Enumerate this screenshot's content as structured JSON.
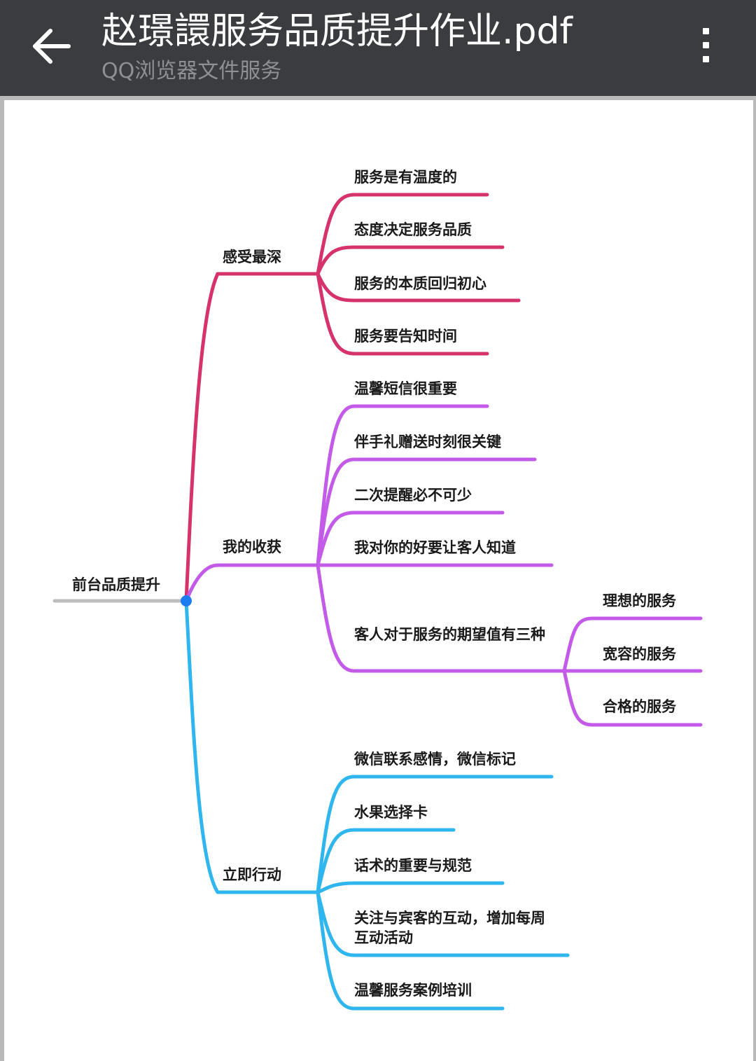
{
  "header": {
    "title": "赵璟譞服务品质提升作业.pdf",
    "subtitle": "QQ浏览器文件服务",
    "back_icon": "arrow-left-icon",
    "menu_icon": "more-vertical-icon"
  },
  "colors": {
    "root_line": "#bdbdbd",
    "root_dot": "#1e7cf2",
    "branch1": "#d6336c",
    "branch2": "#c35be8",
    "branch3": "#2fb6ee"
  },
  "mindmap": {
    "root": "前台品质提升",
    "branches": [
      {
        "label": "感受最深",
        "children": [
          "服务是有温度的",
          "态度决定服务品质",
          "服务的本质回归初心",
          "服务要告知时间"
        ]
      },
      {
        "label": "我的收获",
        "children": [
          "温馨短信很重要",
          "伴手礼赠送时刻很关键",
          "二次提醒必不可少",
          "我对你的好要让客人知道",
          "客人对于服务的期望值有三种"
        ],
        "sub_children": [
          "理想的服务",
          "宽容的服务",
          "合格的服务"
        ]
      },
      {
        "label": "立即行动",
        "children": [
          "微信联系感情，微信标记",
          "水果选择卡",
          "话术的重要与规范",
          "关注与宾客的互动，增加每周互动活动",
          "温馨服务案例培训"
        ]
      }
    ]
  }
}
